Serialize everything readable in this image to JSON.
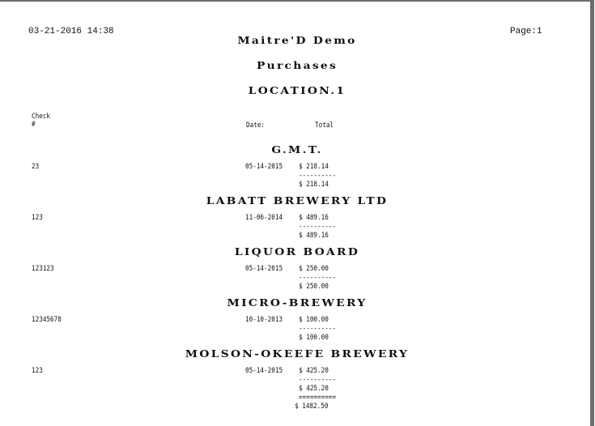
{
  "header": {
    "datetime": "03-21-2016 14:38",
    "page": "Page:1",
    "title": "Maitre'D Demo",
    "subtitle": "Purchases",
    "location": "LOCATION.1"
  },
  "columns": {
    "check_line1": "Check",
    "check_line2": "#",
    "date": "Date:",
    "total": "Total"
  },
  "vendors": [
    {
      "name": "G.M.T.",
      "check": "23",
      "date": "05-14-2015",
      "amount": "$ 218.14",
      "subtotal": "$ 218.14"
    },
    {
      "name": "LABATT BREWERY LTD",
      "check": "123",
      "date": "11-06-2014",
      "amount": "$ 489.16",
      "subtotal": "$ 489.16"
    },
    {
      "name": "LIQUOR BOARD",
      "check": "123123",
      "date": "05-14-2015",
      "amount": "$ 250.00",
      "subtotal": "$ 250.00"
    },
    {
      "name": "MICRO-BREWERY",
      "check": "12345678",
      "date": "10-10-2013",
      "amount": "$ 100.00",
      "subtotal": "$ 100.00"
    },
    {
      "name": "MOLSON-OKEEFE BREWERY",
      "check": "123",
      "date": "05-14-2015",
      "amount": "$ 425.20",
      "subtotal": "$ 425.20"
    }
  ],
  "separator": "----------",
  "grand_separator": "==========",
  "grand_total": "$ 1482.50"
}
